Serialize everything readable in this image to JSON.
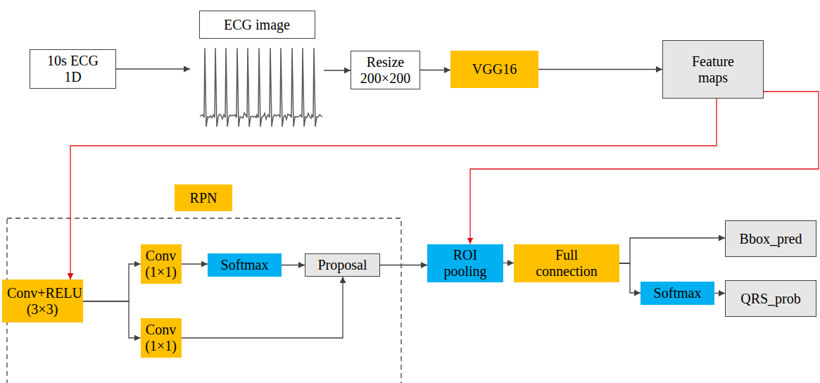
{
  "diagram": {
    "nodes": [
      {
        "text": [
          "10s ECG 1D"
        ]
      },
      {
        "text": [
          "ECG image"
        ]
      },
      {
        "text": [
          "Resize 200×200"
        ]
      },
      {
        "text": [
          "VGG16"
        ]
      },
      {
        "text": [
          "Feature maps"
        ]
      },
      {
        "text": [
          "RPN"
        ]
      },
      {
        "text": [
          "Conv+RELU (3×3)"
        ]
      },
      {
        "text": [
          "Conv (1×1)"
        ]
      },
      {
        "text": [
          "Softmax"
        ]
      },
      {
        "text": [
          "Proposal"
        ]
      },
      {
        "text": [
          "Conv (1×1)"
        ]
      },
      {
        "text": [
          "ROI pooling"
        ]
      },
      {
        "text": [
          "Full connection"
        ]
      },
      {
        "text": [
          "Bbox_pred"
        ]
      },
      {
        "text": [
          "Softmax"
        ]
      },
      {
        "text": [
          "QRS_prob"
        ]
      }
    ],
    "edges": [
      {
        "from": 0,
        "to": 1,
        "arrow": "to"
      },
      {
        "from": 1,
        "to": 2,
        "arrow": "to"
      },
      {
        "from": 2,
        "to": 3,
        "arrow": "to"
      },
      {
        "from": 3,
        "to": 4,
        "arrow": "to"
      },
      {
        "from": 4,
        "to": 6,
        "arrow": "to"
      },
      {
        "from": 4,
        "to": 11,
        "arrow": "to"
      },
      {
        "from": 6,
        "to": 7,
        "arrow": "to"
      },
      {
        "from": 6,
        "to": 10,
        "arrow": "to"
      },
      {
        "from": 7,
        "to": 8,
        "arrow": "to"
      },
      {
        "from": 8,
        "to": 9,
        "arrow": "to"
      },
      {
        "from": 10,
        "to": 9,
        "arrow": "to"
      },
      {
        "from": 9,
        "to": 11,
        "arrow": "to"
      },
      {
        "from": 11,
        "to": 12,
        "arrow": "to"
      },
      {
        "from": 12,
        "to": 13,
        "arrow": "to"
      },
      {
        "from": 12,
        "to": 14,
        "arrow": "to"
      },
      {
        "from": 14,
        "to": 15,
        "arrow": "to"
      }
    ]
  }
}
